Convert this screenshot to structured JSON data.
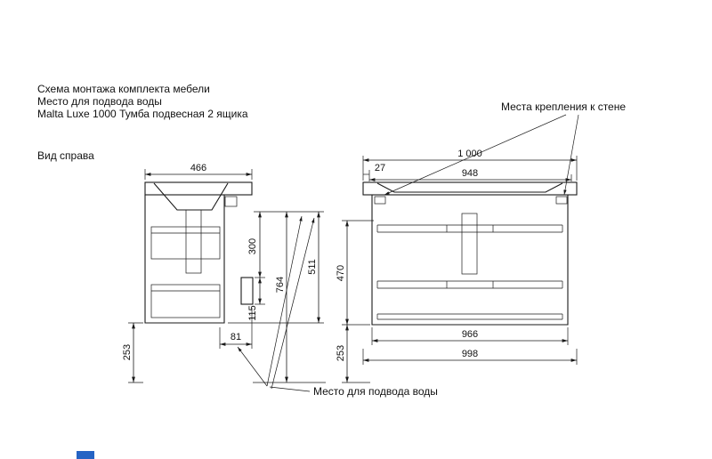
{
  "header": {
    "lines": [
      "Схема монтажа комплекта мебели",
      "Место для подвода воды",
      "Malta Luxe 1000 Тумба подвесная 2 ящика"
    ]
  },
  "labels": {
    "view_right": "Вид справа",
    "wall_mount_points": "Места крепления к стене",
    "water_supply_point": "Место для подвода воды"
  },
  "dims": {
    "side_top_width": "466",
    "front_total_width": "1 000",
    "front_inner_width": "948",
    "front_left_offset": "27",
    "side_v300": "300",
    "side_v115": "115",
    "side_v764": "764",
    "side_v511": "511",
    "front_v470": "470",
    "side_h81": "81",
    "side_floor": "253",
    "front_floor": "253",
    "front_body_width": "966",
    "front_bottom_width": "998"
  },
  "colors": {
    "line": "#1a1a1a",
    "background": "#ffffff",
    "accent": "#2563c4"
  }
}
